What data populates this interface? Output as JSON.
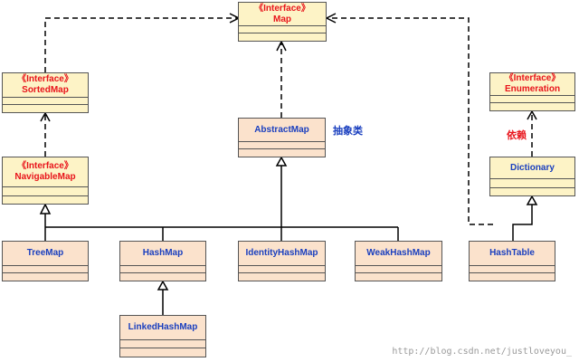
{
  "stereotype": "《Interface》",
  "interfaces": {
    "map": "Map",
    "sorted_map": "SortedMap",
    "navigable_map": "NavigableMap",
    "enumeration": "Enumeration"
  },
  "classes": {
    "abstract_map": "AbstractMap",
    "dictionary": "Dictionary",
    "tree_map": "TreeMap",
    "hash_map": "HashMap",
    "identity_hash_map": "IdentityHashMap",
    "weak_hash_map": "WeakHashMap",
    "hash_table": "HashTable",
    "linked_hash_map": "LinkedHashMap"
  },
  "notes": {
    "abstract_class": "抽象类",
    "dependency": "依赖"
  },
  "watermark": "http://blog.csdn.net/justloveyou_",
  "colors": {
    "interface_fill": "#fdf3c6",
    "class_fill": "#fbe2cc",
    "interface_text": "#e8141b",
    "class_text": "#1a3fbf",
    "note_blue": "#1a3fbf",
    "note_red": "#e8141b"
  }
}
